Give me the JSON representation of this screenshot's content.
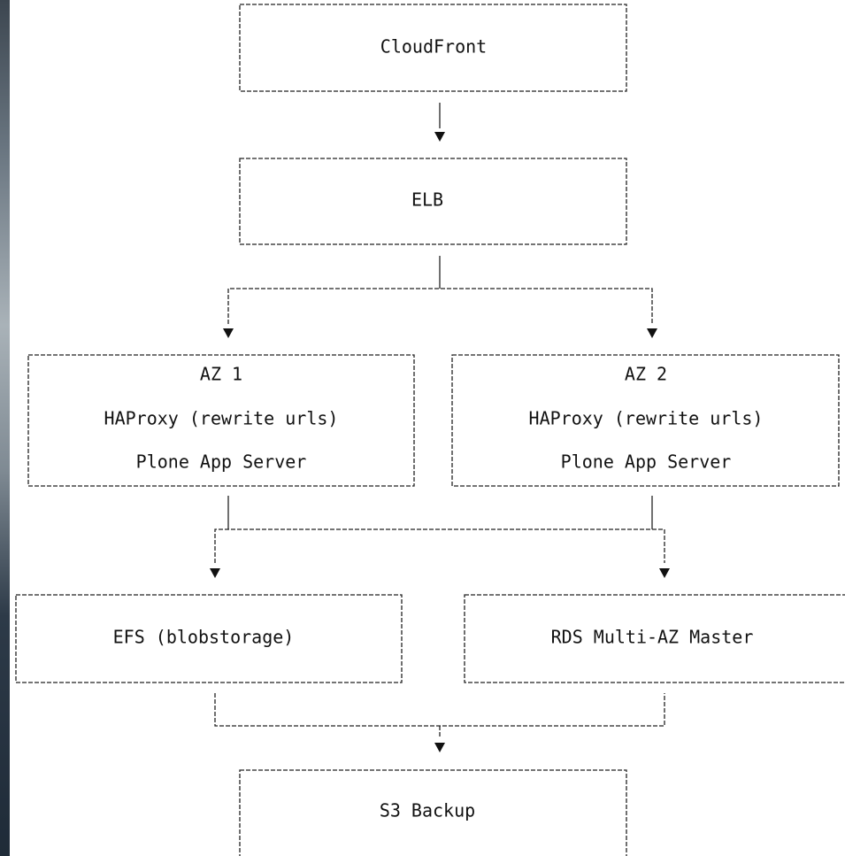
{
  "diagram": {
    "nodes": {
      "cloudfront": {
        "label": "CloudFront"
      },
      "elb": {
        "label": "ELB"
      },
      "az1": {
        "title": "AZ 1",
        "line2": "HAProxy (rewrite urls)",
        "line3": "Plone App Server"
      },
      "az2": {
        "title": "AZ 2",
        "line2": "HAProxy (rewrite urls)",
        "line3": "Plone App Server"
      },
      "efs": {
        "label": "EFS (blobstorage)"
      },
      "rds": {
        "label": "RDS Multi-AZ Master"
      },
      "s3": {
        "label": "S3 Backup"
      }
    },
    "edges": [
      {
        "from": "cloudfront",
        "to": "elb"
      },
      {
        "from": "elb",
        "to": "az1"
      },
      {
        "from": "elb",
        "to": "az2"
      },
      {
        "from": "az1",
        "to": "efs"
      },
      {
        "from": "az1",
        "to": "rds"
      },
      {
        "from": "az2",
        "to": "efs"
      },
      {
        "from": "az2",
        "to": "rds"
      },
      {
        "from": "efs",
        "to": "s3"
      },
      {
        "from": "rds",
        "to": "s3"
      }
    ],
    "colors": {
      "line": "#222222",
      "background": "#ffffff",
      "left_edge": "#3c4650"
    }
  }
}
